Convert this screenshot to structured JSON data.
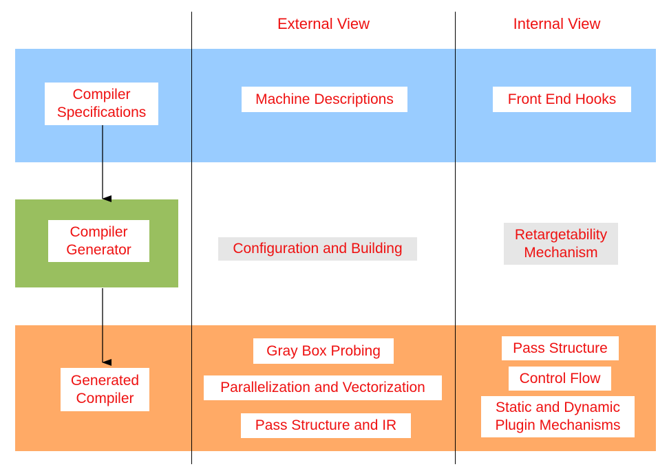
{
  "headers": {
    "external": "External View",
    "internal": "Internal View"
  },
  "stages": {
    "specs": "Compiler\nSpecifications",
    "generator": "Compiler\nGenerator",
    "generated": "Generated\nCompiler"
  },
  "external": {
    "machine": "Machine Descriptions",
    "config": "Configuration and Building",
    "graybox": "Gray Box Probing",
    "parallel": "Parallelization and Vectorization",
    "passir": "Pass Structure and IR"
  },
  "internal": {
    "frontend": "Front End Hooks",
    "retarget": "Retargetability\nMechanism",
    "pass": "Pass Structure",
    "control": "Control Flow",
    "plugin": "Static and Dynamic\nPlugin Mechanisms"
  },
  "colors": {
    "text": "#ee1111",
    "band_top": "#99ccff",
    "band_bottom": "#ffaa66",
    "generator_box": "#99bf5f",
    "highlight_gray": "#e6e6e6"
  }
}
